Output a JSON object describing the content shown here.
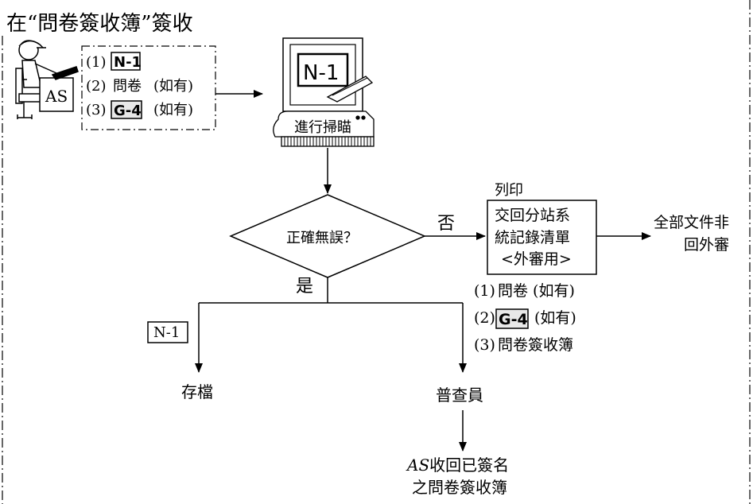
{
  "title": "在“問卷簽收簿”簽收",
  "as_label": "AS",
  "doc_list": {
    "items": [
      {
        "num": "(1)",
        "code": "N-1",
        "note": ""
      },
      {
        "num": "(2)",
        "text": "問卷",
        "note": "(如有)"
      },
      {
        "num": "(3)",
        "code": "G-4",
        "note": "(如有)"
      }
    ]
  },
  "monitor_label": "N-1",
  "scan_label": "進行掃瞄",
  "decision_label": "正確無誤？",
  "no_label": "否",
  "yes_label": "是",
  "print_label": "列印",
  "print_box": {
    "line1": "交回分站系",
    "line2": "統記錄清單",
    "line3": "<外審用>"
  },
  "return_label": {
    "line1": "全部文件非",
    "line2": "回外審"
  },
  "n1_tag": "N-1",
  "archive_label": "存檔",
  "right_list": {
    "item1_num": "(1)",
    "item1_text": "問卷 (如有)",
    "item2_num": "(2)",
    "item2_code": "G-4",
    "item2_note": "(如有)",
    "item3_num": "(3)",
    "item3_text": "問卷簽收簿"
  },
  "enumerator_label": "普查員",
  "final_label": {
    "as_italic": "AS",
    "line1_rest": "收回已簽名",
    "line2": "之問卷簽收簿"
  }
}
